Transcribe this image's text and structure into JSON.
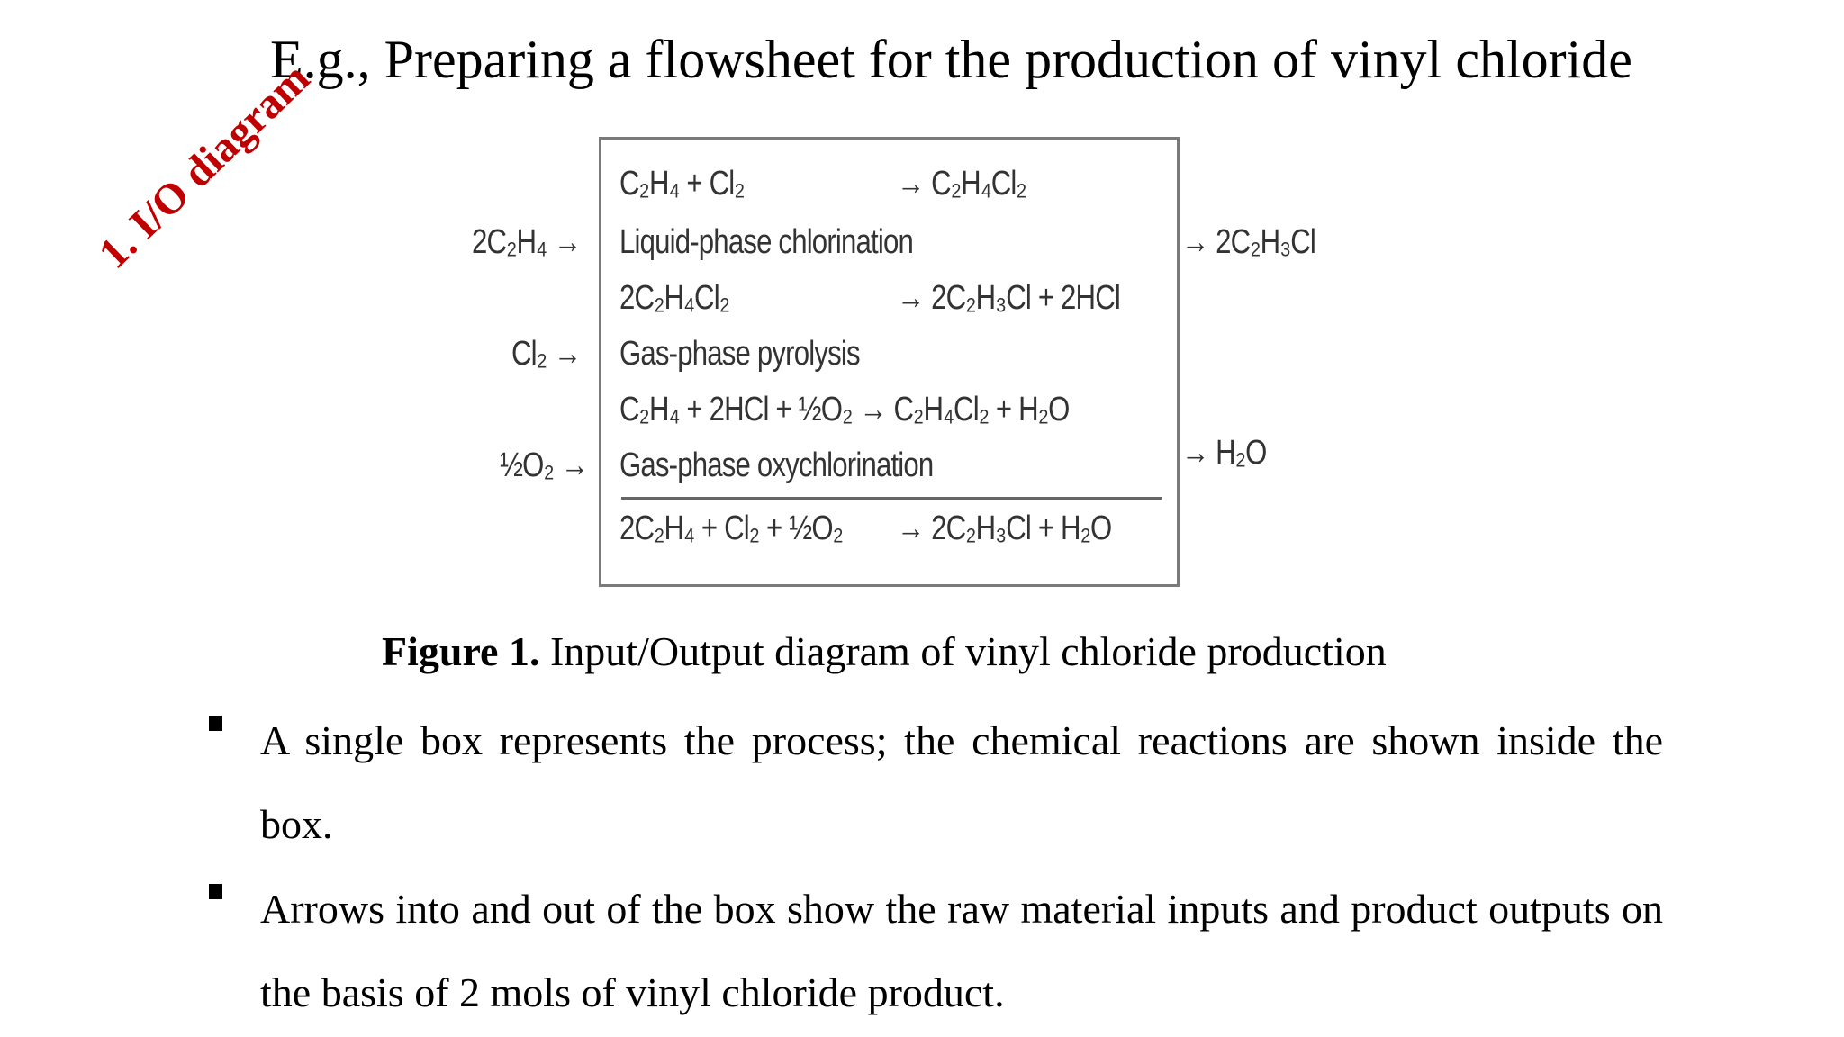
{
  "title": "E.g., Preparing a flowsheet for the production of vinyl chloride",
  "side_label": "1. I/O diagram",
  "figure": {
    "inputs": [
      "2C₂H₄ →",
      "Cl₂ →",
      "½O₂ →"
    ],
    "outputs": [
      "→ 2C₂H₃Cl",
      "→ H₂O"
    ],
    "rxn1_lhs": "C₂H₄ + Cl₂",
    "rxn1_rhs": "→ C₂H₄Cl₂",
    "rxn1_name": "Liquid-phase chlorination",
    "rxn2_lhs": "2C₂H₄Cl₂",
    "rxn2_rhs": "→ 2C₂H₃Cl + 2HCl",
    "rxn2_name": "Gas-phase pyrolysis",
    "rxn3": "C₂H₄ + 2HCl + ½O₂ → C₂H₄Cl₂ + H₂O",
    "rxn3_name": "Gas-phase oxychlorination",
    "overall_lhs": "2C₂H₄ + Cl₂ + ½O₂",
    "overall_rhs": "→ 2C₂H₃Cl + H₂O"
  },
  "caption": {
    "label": "Figure 1.",
    "text": "Input/Output diagram of vinyl chloride production"
  },
  "bullets": [
    "A single box represents the process; the chemical reactions are shown inside the box.",
    "Arrows into and out of the box show the raw material inputs and product outputs on the basis of 2 mols of vinyl chloride product."
  ]
}
